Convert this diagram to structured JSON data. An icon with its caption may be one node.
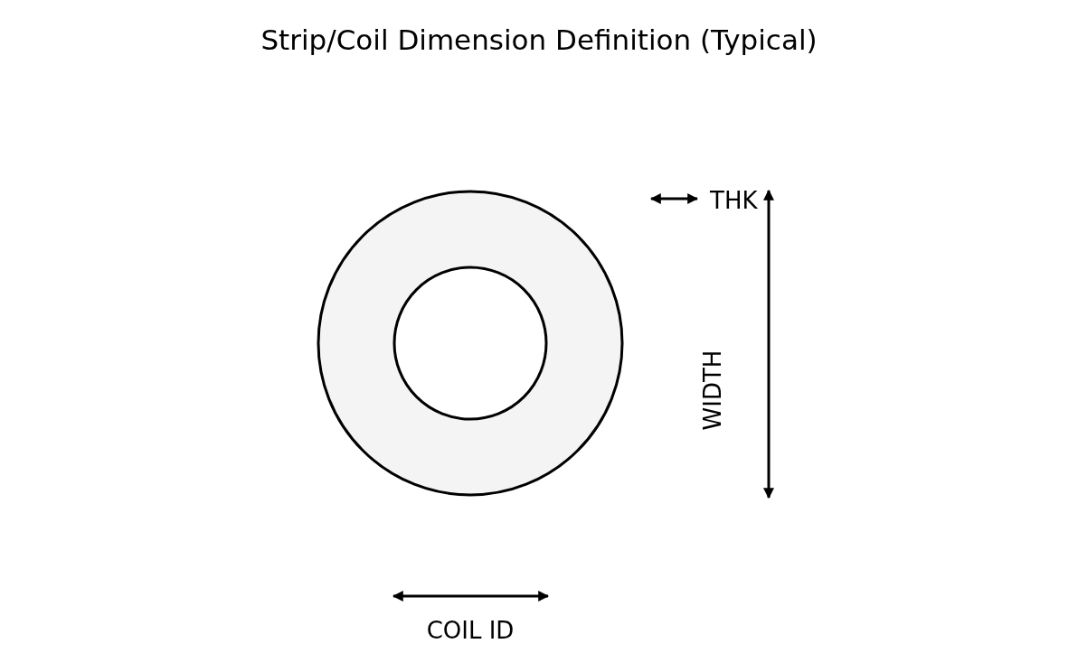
{
  "diagram": {
    "title": "Strip/Coil Dimension Definition (Typical)",
    "labels": [
      "THK",
      "WIDTH",
      "COIL ID"
    ]
  }
}
